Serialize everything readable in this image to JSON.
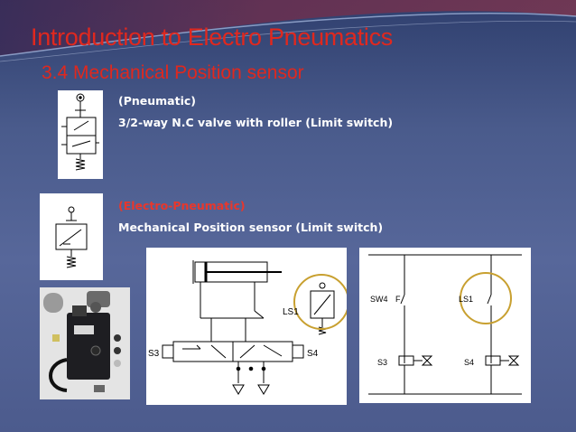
{
  "slide": {
    "title": "Introduction to Electro Pneumatics",
    "subtitle": "3.4 Mechanical Position sensor",
    "pneumatic": {
      "heading": "(Pneumatic)",
      "description": "3/2-way N.C valve with roller (Limit switch)"
    },
    "electro_pneumatic": {
      "heading": "(Electro-Pneumatic)",
      "description": "Mechanical Position sensor (Limit switch)"
    },
    "pneumatic_circuit": {
      "ls1": "LS1",
      "s3": "S3",
      "s4": "S4"
    },
    "electrical_circuit": {
      "sw4": "SW4",
      "sw4_suffix": "F",
      "ls1": "LS1",
      "s3": "S3",
      "s4": "S4"
    }
  },
  "colors": {
    "title_red": "#e0281e",
    "highlight_circle": "#c8a030"
  }
}
